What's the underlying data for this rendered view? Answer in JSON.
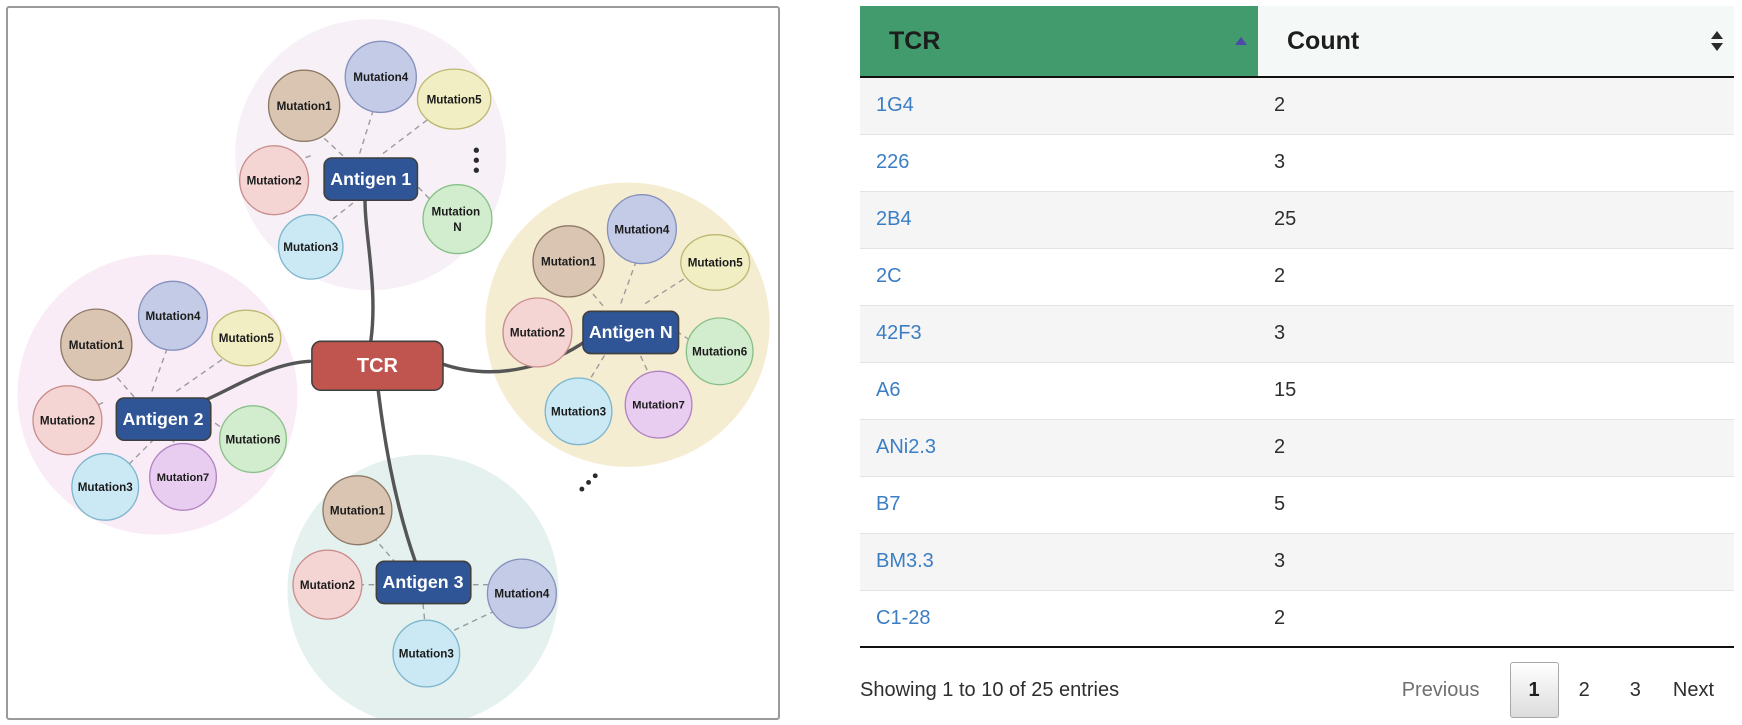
{
  "diagram": {
    "center_node": {
      "label": "TCR",
      "color": "#c0554f",
      "text_color": "#ffffff"
    },
    "ellipsis_vertical": "⋮",
    "ellipsis_diagonal": "⋰",
    "clusters": [
      {
        "id": "antigen-1",
        "label": "Antigen 1",
        "halo_color": "#f7f1f7",
        "mutations": [
          "Mutation1",
          "Mutation2",
          "Mutation3",
          "Mutation4",
          "Mutation5",
          "Mutation N"
        ]
      },
      {
        "id": "antigen-2",
        "label": "Antigen 2",
        "halo_color": "#f9ecf6",
        "mutations": [
          "Mutation1",
          "Mutation2",
          "Mutation3",
          "Mutation4",
          "Mutation5",
          "Mutation6",
          "Mutation7"
        ]
      },
      {
        "id": "antigen-3",
        "label": "Antigen 3",
        "halo_color": "#e4f1ef",
        "mutations": [
          "Mutation1",
          "Mutation2",
          "Mutation3",
          "Mutation4"
        ]
      },
      {
        "id": "antigen-n",
        "label": "Antigen N",
        "halo_color": "#f5edd2",
        "mutations": [
          "Mutation1",
          "Mutation2",
          "Mutation3",
          "Mutation4",
          "Mutation5",
          "Mutation6",
          "Mutation7"
        ]
      }
    ],
    "mutation_colors": {
      "Mutation1": {
        "fill": "#d9c5b2",
        "stroke": "#8d7a66"
      },
      "Mutation2": {
        "fill": "#f5d5d4",
        "stroke": "#c98e8c"
      },
      "Mutation3": {
        "fill": "#cbe9f5",
        "stroke": "#7eb6cd"
      },
      "Mutation4": {
        "fill": "#c3cbe6",
        "stroke": "#8691bd"
      },
      "Mutation5": {
        "fill": "#f0eec2",
        "stroke": "#bdb872"
      },
      "Mutation6": {
        "fill": "#d2ecce",
        "stroke": "#89c089"
      },
      "Mutation7": {
        "fill": "#e8cdf0",
        "stroke": "#b183c3"
      },
      "Mutation N": {
        "fill": "#d2ecce",
        "stroke": "#89c089"
      }
    },
    "antigen_node_color": "#2f5596"
  },
  "table": {
    "accent_header_color": "#419b6d",
    "link_color": "#3b7ec4",
    "columns": [
      {
        "key": "tcr",
        "label": "TCR",
        "sort": "asc",
        "active": true
      },
      {
        "key": "count",
        "label": "Count",
        "sort": "none",
        "active": false
      }
    ],
    "rows": [
      {
        "tcr": "1G4",
        "count": "2"
      },
      {
        "tcr": "226",
        "count": "3"
      },
      {
        "tcr": "2B4",
        "count": "25"
      },
      {
        "tcr": "2C",
        "count": "2"
      },
      {
        "tcr": "42F3",
        "count": "3"
      },
      {
        "tcr": "A6",
        "count": "15"
      },
      {
        "tcr": "ANi2.3",
        "count": "2"
      },
      {
        "tcr": "B7",
        "count": "5"
      },
      {
        "tcr": "BM3.3",
        "count": "3"
      },
      {
        "tcr": "C1-28",
        "count": "2"
      }
    ],
    "footer": {
      "showing": "Showing 1 to 10 of 25 entries",
      "previous_label": "Previous",
      "next_label": "Next",
      "pages": [
        "1",
        "2",
        "3"
      ],
      "current_page": "1"
    }
  }
}
